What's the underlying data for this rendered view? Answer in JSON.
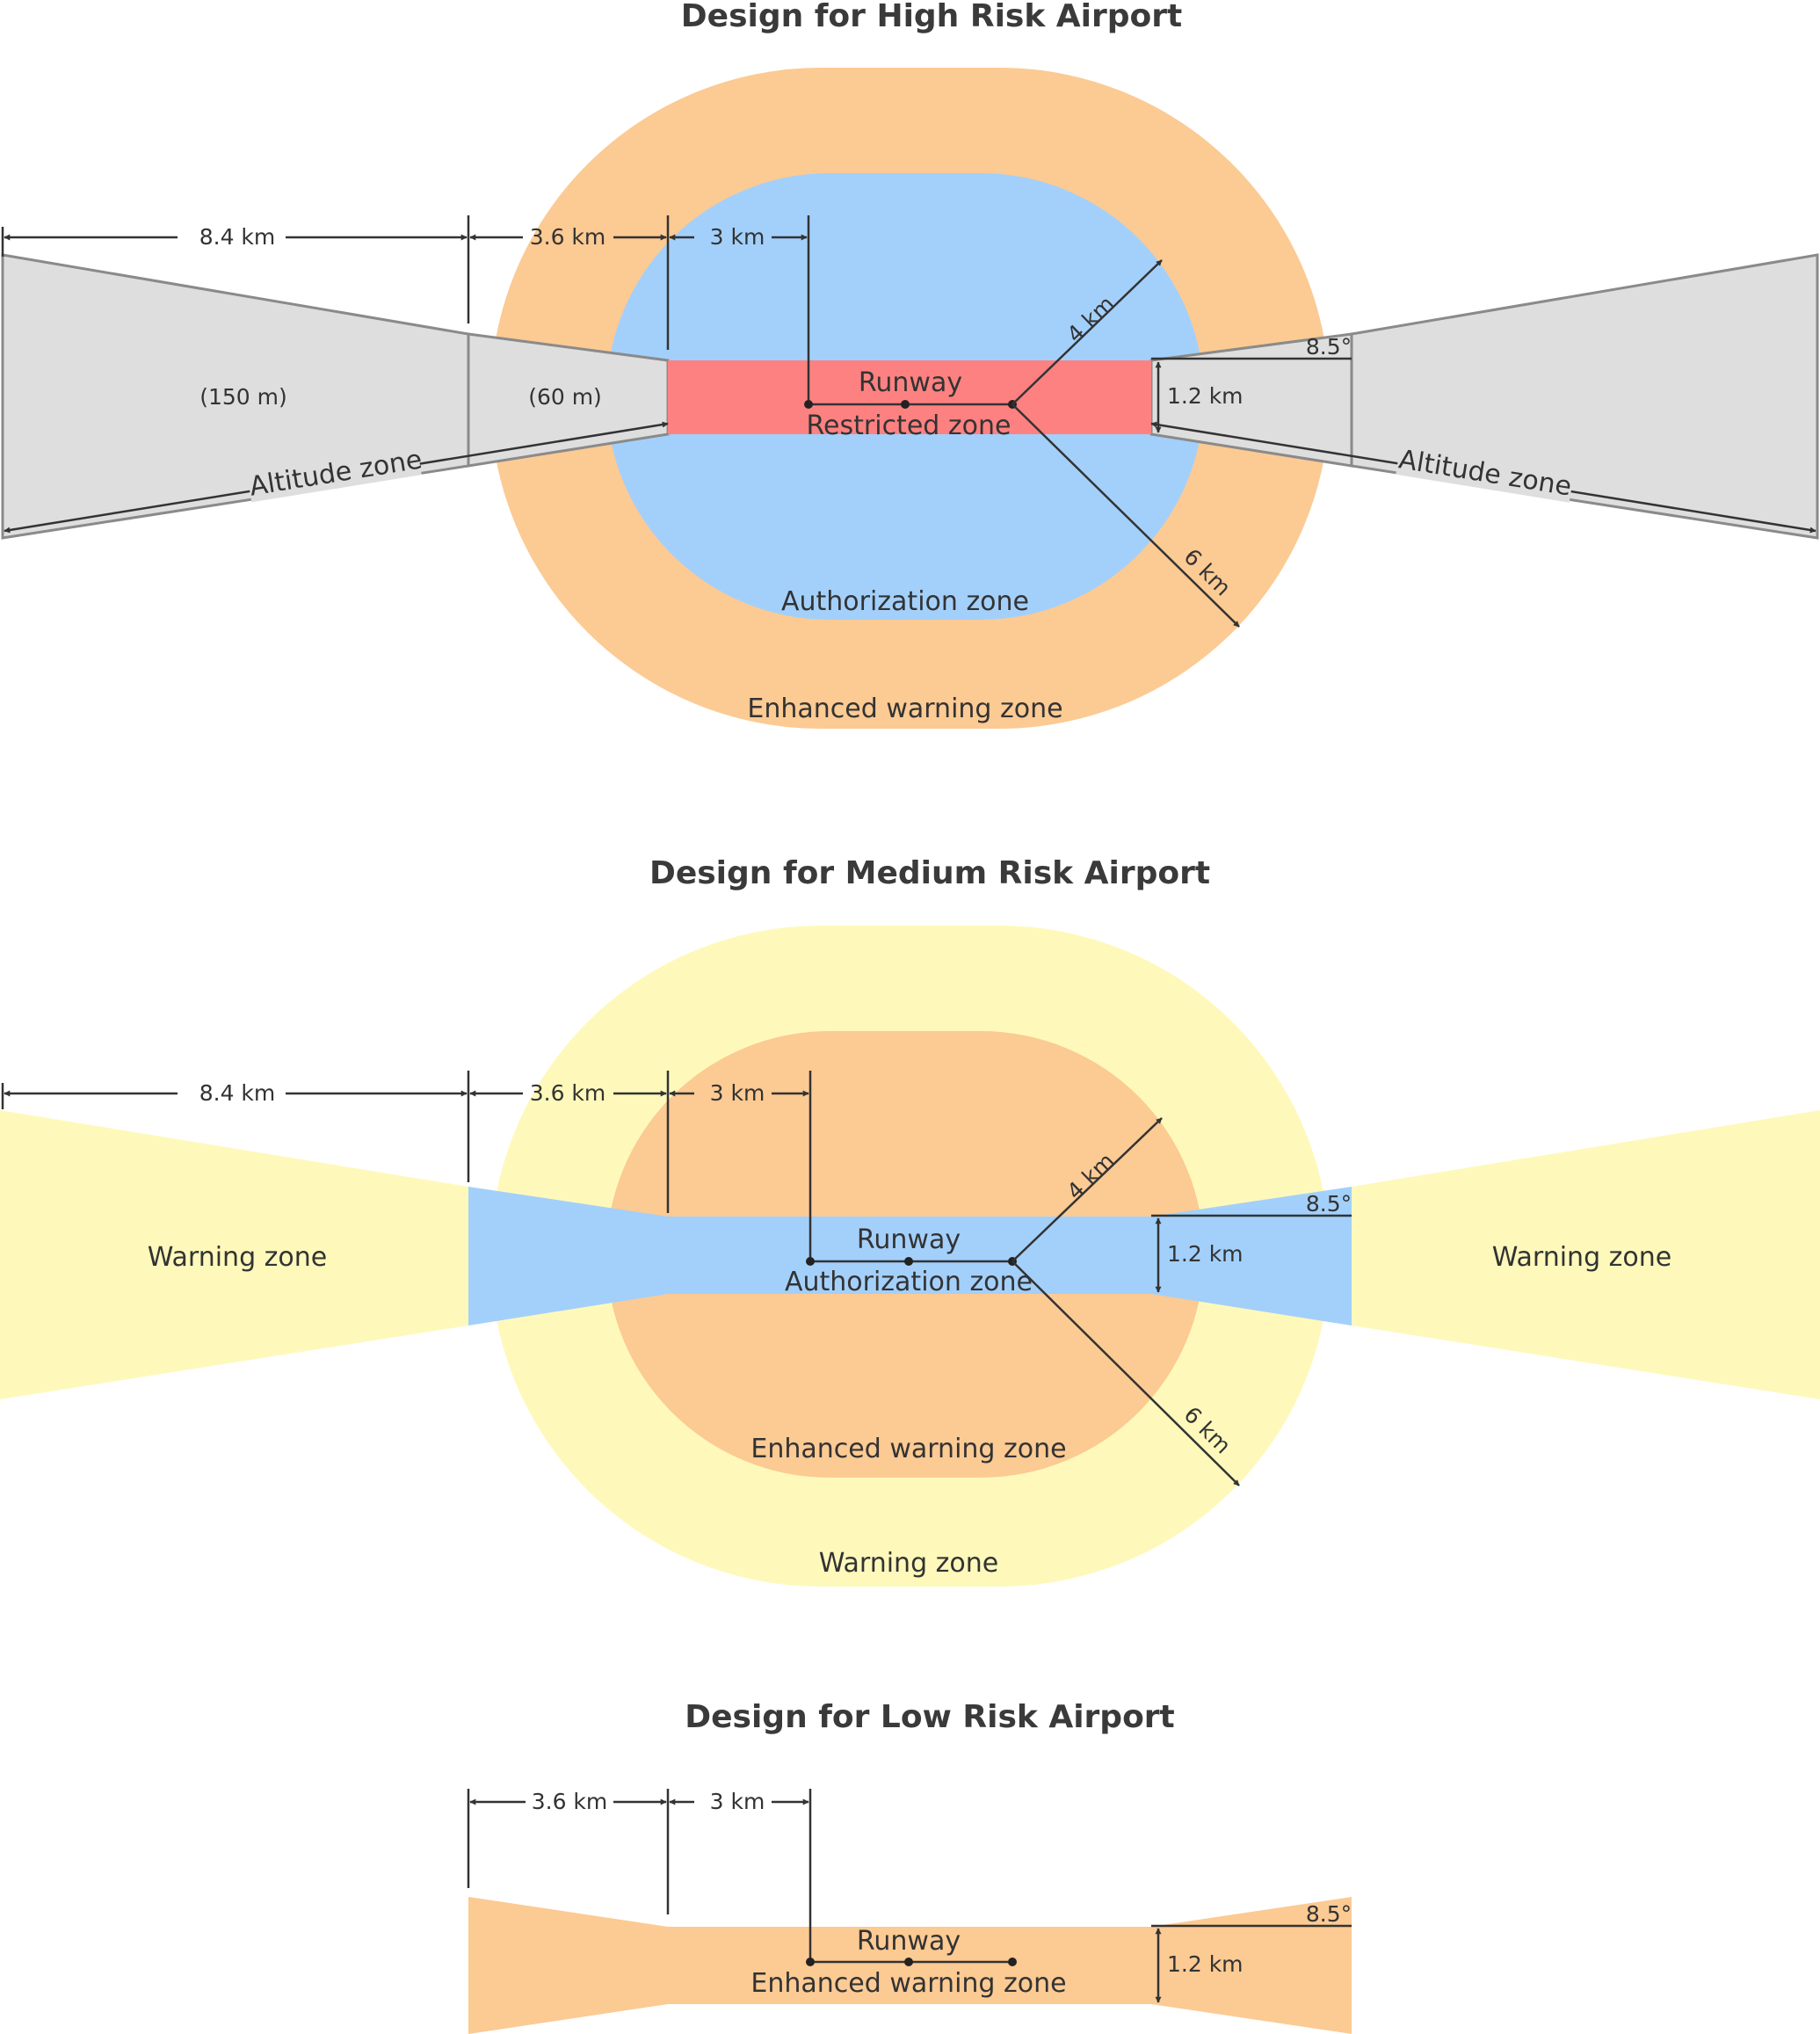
{
  "high": {
    "title": "Design for High Risk Airport",
    "dim_84": "8.4 km",
    "dim_36": "3.6 km",
    "dim_3": "3 km",
    "dim_4": "4 km",
    "dim_6": "6 km",
    "dim_12": "1.2 km",
    "angle": "8.5°",
    "height_150": "(150 m)",
    "height_60": "(60 m)",
    "altitude_left": "Altitude zone",
    "altitude_right": "Altitude zone",
    "runway": "Runway",
    "restricted": "Restricted zone",
    "authorization": "Authorization zone",
    "enhanced": "Enhanced warning zone"
  },
  "medium": {
    "title": "Design for Medium Risk Airport",
    "dim_84": "8.4 km",
    "dim_36": "3.6 km",
    "dim_3": "3 km",
    "dim_4": "4 km",
    "dim_6": "6 km",
    "dim_12": "1.2 km",
    "angle": "8.5°",
    "warning_left": "Warning zone",
    "warning_right": "Warning zone",
    "runway": "Runway",
    "authorization": "Authorization zone",
    "enhanced": "Enhanced warning zone",
    "warning_outer": "Warning zone"
  },
  "low": {
    "title": "Design for Low Risk Airport",
    "dim_36": "3.6 km",
    "dim_3": "3 km",
    "dim_12": "1.2 km",
    "angle": "8.5°",
    "runway": "Runway",
    "enhanced": "Enhanced warning zone"
  },
  "colors": {
    "orange": "#fcca93",
    "blue": "#a3d0fb",
    "red": "#fe8181",
    "yellow": "#fef9bb",
    "grey": "#dedede"
  }
}
